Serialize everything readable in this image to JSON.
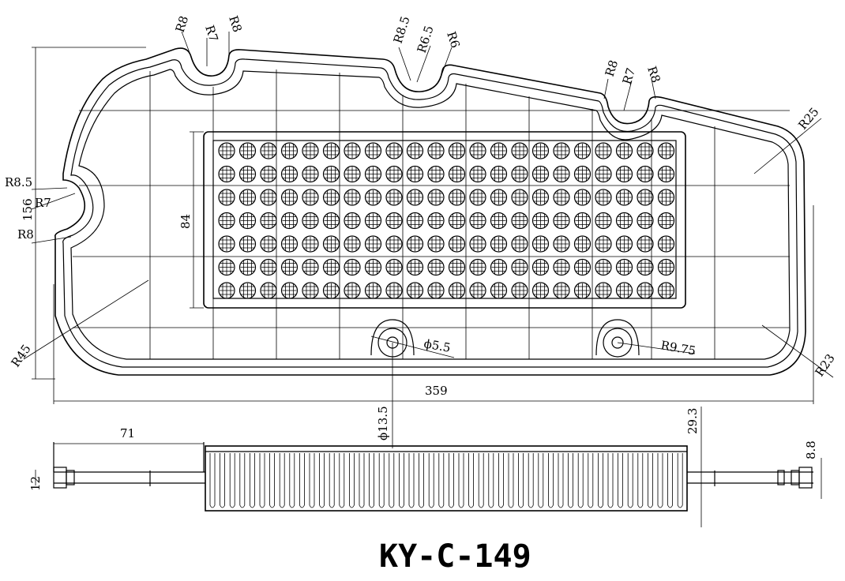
{
  "drawing": {
    "part_number": "KY-C-149",
    "top_view": {
      "overall_length": "359",
      "overall_height": "156",
      "core_height": "84",
      "hole_diameter": "ϕ5.5",
      "boss_radius": "R9.75",
      "corner_radii": {
        "left_upper": "R45",
        "right_upper": "R25",
        "right_lower": "R23"
      },
      "notch_left": {
        "outer": "R8.5",
        "inner": "R7",
        "lower": "R8"
      },
      "notch_1": {
        "a": "R8",
        "b": "R7",
        "c": "R8"
      },
      "notch_2": {
        "a": "R8.5",
        "b": "R6.5",
        "c": "R6"
      },
      "notch_3": {
        "a": "R8",
        "b": "R7",
        "c": "R8"
      }
    },
    "side_view": {
      "flange_length": "71",
      "flange_thickness": "12",
      "boss_dia": "ϕ13.5",
      "pleat_depth": "29.3",
      "right_thickness": "8.8"
    }
  }
}
